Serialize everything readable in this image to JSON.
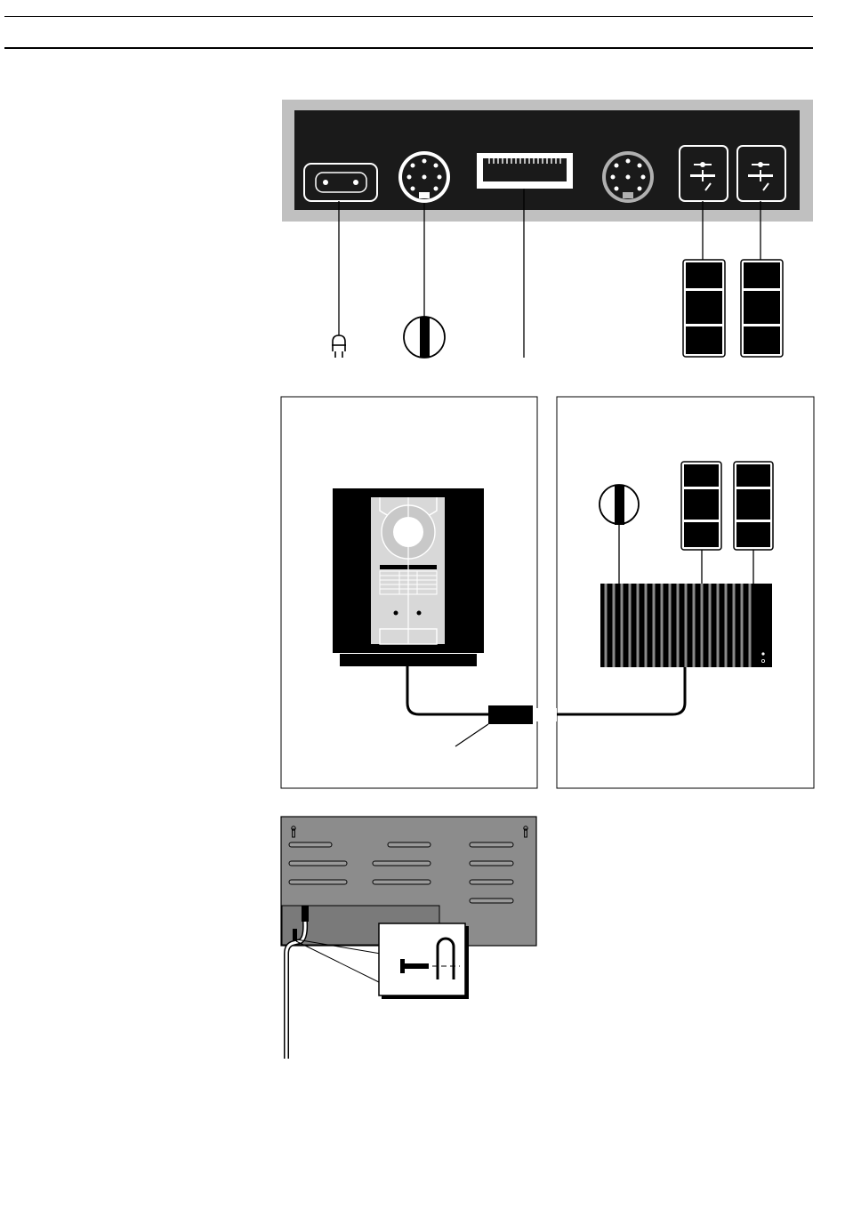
{
  "figures": [
    {
      "id": "rear-connection-panel",
      "sockets": [
        "mains-socket",
        "din-socket-left",
        "multi-pin-socket",
        "din-socket-right",
        "speaker-socket-1",
        "speaker-socket-2"
      ]
    },
    {
      "id": "system-connection-diagram",
      "panels": [
        "music-system-panel",
        "active-speakers-panel"
      ]
    },
    {
      "id": "wall-bracket-cable-routing"
    }
  ],
  "colors": {
    "ink": "#000000",
    "panel_gray": "#c0c0c0",
    "bracket_gray": "#8c8c8c",
    "inset_gray": "#7a7a7a",
    "device_gray": "#d8d8d8"
  }
}
